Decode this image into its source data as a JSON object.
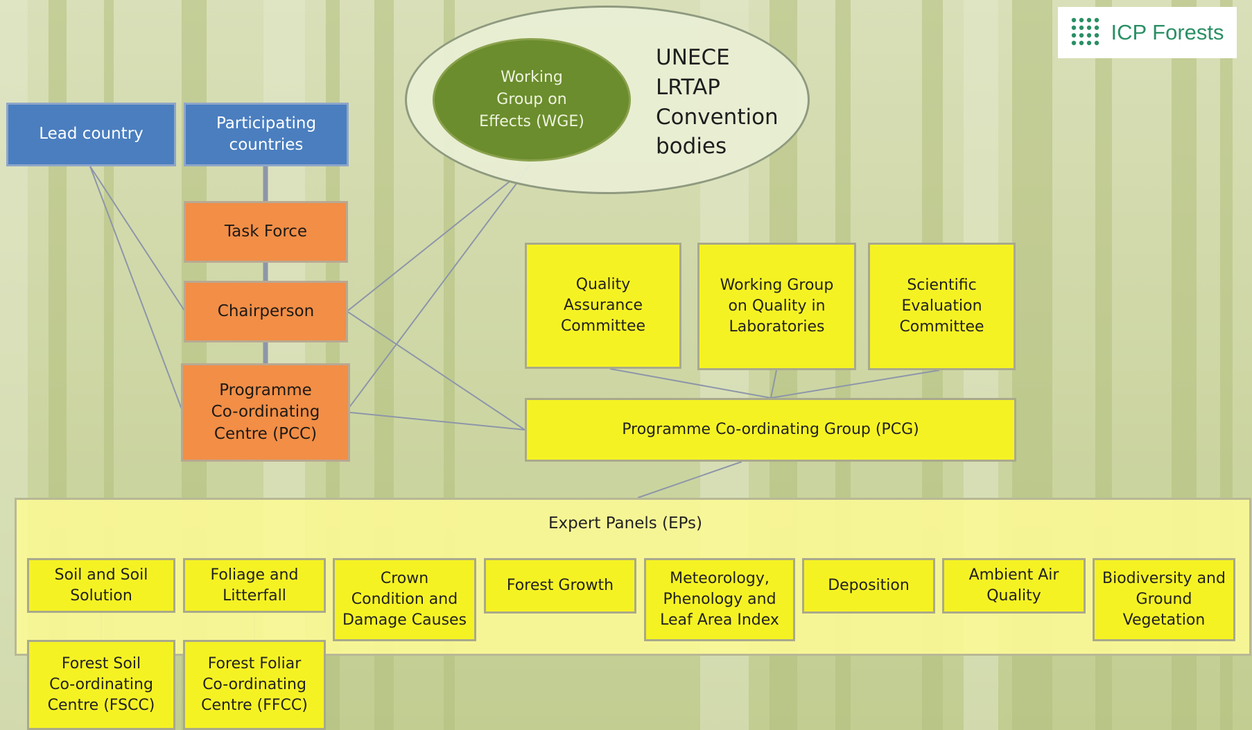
{
  "logo": {
    "text": "ICP Forests",
    "icon": "dot-grid-logo-icon",
    "color": "#2a8f65"
  },
  "convention": {
    "label": "UNECE\nLRTAP\nConvention\nbodies",
    "wge": "Working\nGroup on\nEffects (WGE)"
  },
  "governance": {
    "lead_country": "Lead country",
    "participating_countries": "Participating\ncountries",
    "task_force": "Task  Force",
    "chairperson": "Chairperson",
    "pcc": "Programme\nCo-ordinating\nCentre (PCC)"
  },
  "committees": [
    "Quality\nAssurance\nCommittee",
    "Working Group\non Quality in\nLaboratories",
    "Scientific\nEvaluation\nCommittee"
  ],
  "pcg": "Programme Co-ordinating Group (PCG)",
  "expert_panels": {
    "title": "Expert Panels (EPs)",
    "panels": [
      "Soil and Soil\nSolution",
      "Foliage and\nLitterfall",
      "Crown\nCondition and\nDamage Causes",
      "Forest Growth",
      "Meteorology,\nPhenology and\nLeaf Area Index",
      "Deposition",
      "Ambient Air\nQuality",
      "Biodiversity and\nGround\nVegetation"
    ],
    "centres": [
      "Forest Soil\nCo-ordinating\nCentre (FSCC)",
      "Forest Foliar\nCo-ordinating\nCentre (FFCC)"
    ]
  },
  "colors": {
    "blue": "#4a7ebf",
    "orange": "#f28e46",
    "yellow": "#f5f224",
    "olive": "#6b8d2d",
    "background": "#cfd8a6"
  }
}
